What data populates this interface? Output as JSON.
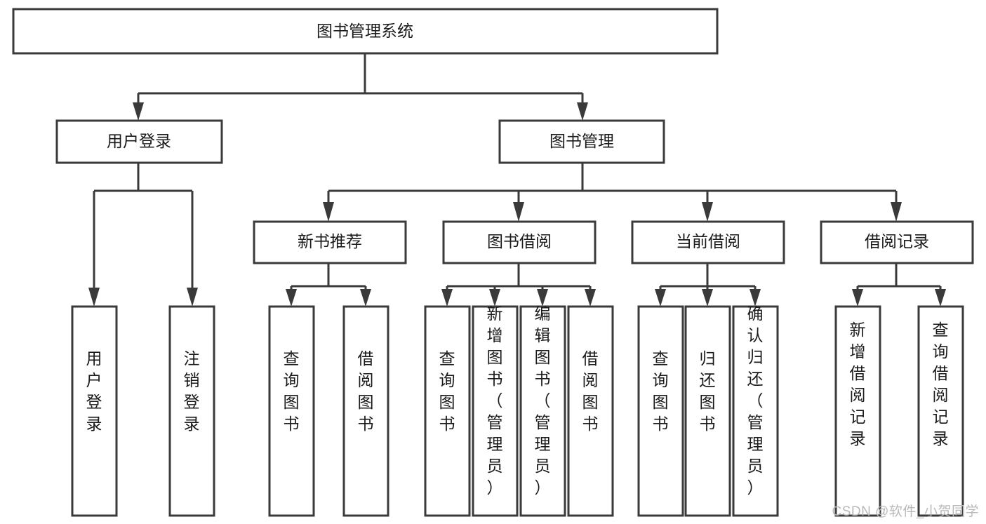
{
  "diagram": {
    "type": "tree-hierarchy",
    "title": "图书管理系统",
    "orientation": "top-down",
    "colors": {
      "background": "#ffffff",
      "node_fill": "#ffffff",
      "node_stroke": "#3a3a3a",
      "label_text": "#1a1a1a",
      "watermark": "#b9b9b9"
    },
    "root": {
      "id": "root",
      "label": "图书管理系统",
      "orientation": "horizontal"
    },
    "level2": [
      {
        "id": "user-login",
        "label": "用户登录",
        "orientation": "horizontal"
      },
      {
        "id": "book-management",
        "label": "图书管理",
        "orientation": "horizontal"
      }
    ],
    "level3": [
      {
        "id": "new-book-recommend",
        "label": "新书推荐",
        "orientation": "horizontal",
        "parent": "book-management"
      },
      {
        "id": "book-borrow",
        "label": "图书借阅",
        "orientation": "horizontal",
        "parent": "book-management"
      },
      {
        "id": "current-borrow",
        "label": "当前借阅",
        "orientation": "horizontal",
        "parent": "book-management"
      },
      {
        "id": "borrow-record",
        "label": "借阅记录",
        "orientation": "horizontal",
        "parent": "book-management"
      }
    ],
    "leaves": [
      {
        "id": "leaf-user-login",
        "label": "用户登录",
        "orientation": "vertical",
        "parent": "user-login"
      },
      {
        "id": "leaf-user-logout",
        "label": "注销登录",
        "orientation": "vertical",
        "parent": "user-login"
      },
      {
        "id": "leaf-query-book-1",
        "label": "查询图书",
        "orientation": "vertical",
        "parent": "new-book-recommend"
      },
      {
        "id": "leaf-borrow-book-1",
        "label": "借阅图书",
        "orientation": "vertical",
        "parent": "new-book-recommend"
      },
      {
        "id": "leaf-query-book-2",
        "label": "查询图书",
        "orientation": "vertical",
        "parent": "book-borrow"
      },
      {
        "id": "leaf-add-book",
        "label": "新增图书（管理员）",
        "orientation": "vertical",
        "parent": "book-borrow"
      },
      {
        "id": "leaf-edit-book",
        "label": "编辑图书（管理员）",
        "orientation": "vertical",
        "parent": "book-borrow"
      },
      {
        "id": "leaf-borrow-book-2",
        "label": "借阅图书",
        "orientation": "vertical",
        "parent": "book-borrow"
      },
      {
        "id": "leaf-query-book-3",
        "label": "查询图书",
        "orientation": "vertical",
        "parent": "current-borrow"
      },
      {
        "id": "leaf-return-book",
        "label": "归还图书",
        "orientation": "vertical",
        "parent": "current-borrow"
      },
      {
        "id": "leaf-confirm-return",
        "label": "确认归还（管理员）",
        "orientation": "vertical",
        "parent": "current-borrow"
      },
      {
        "id": "leaf-add-record",
        "label": "新增借阅记录",
        "orientation": "vertical",
        "parent": "borrow-record"
      },
      {
        "id": "leaf-query-record",
        "label": "查询借阅记录",
        "orientation": "vertical",
        "parent": "borrow-record"
      }
    ]
  },
  "watermark": {
    "text": "CSDN @软件_小贺同学"
  }
}
